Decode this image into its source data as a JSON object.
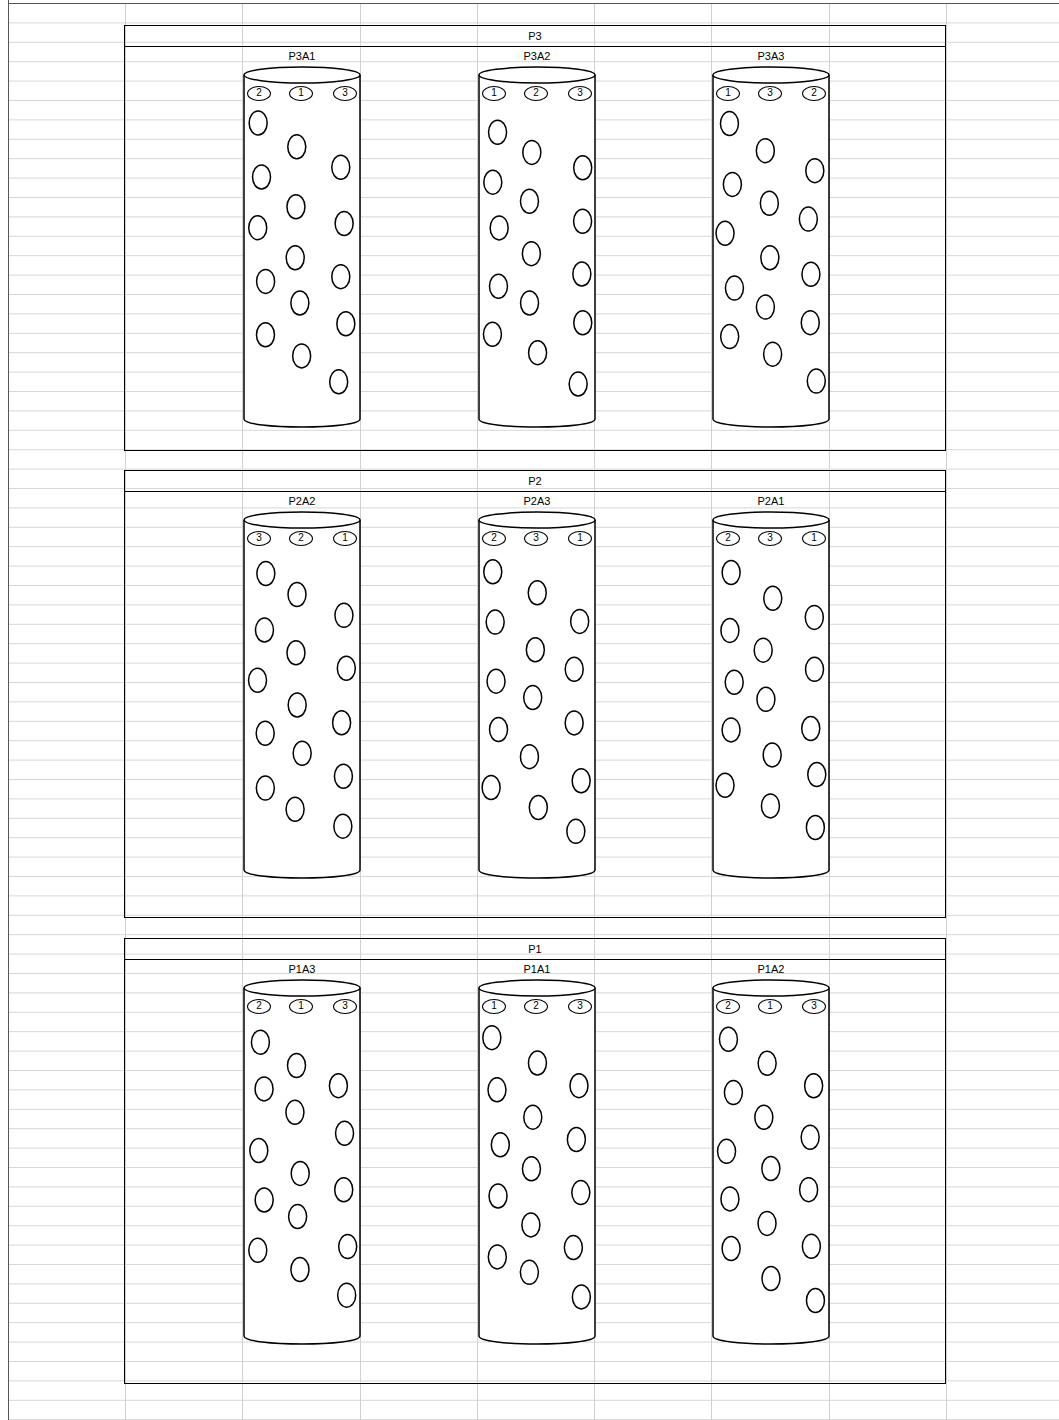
{
  "diagram": {
    "nodes": [
      {
        "text": [
          "P3"
        ]
      },
      {
        "text": [
          "P3A1"
        ],
        "in": 0
      },
      {
        "text": [
          "2"
        ],
        "in": 1
      },
      {
        "text": [
          "1"
        ],
        "in": 1
      },
      {
        "text": [
          "3"
        ],
        "in": 1
      },
      {
        "text": [
          "P3A2"
        ],
        "in": 0
      },
      {
        "text": [
          "1"
        ],
        "in": 5
      },
      {
        "text": [
          "2"
        ],
        "in": 5
      },
      {
        "text": [
          "3"
        ],
        "in": 5
      },
      {
        "text": [
          "P3A3"
        ],
        "in": 0
      },
      {
        "text": [
          "1"
        ],
        "in": 9
      },
      {
        "text": [
          "3"
        ],
        "in": 9
      },
      {
        "text": [
          "2"
        ],
        "in": 9
      },
      {
        "text": [
          "P2"
        ]
      },
      {
        "text": [
          "P2A2"
        ],
        "in": 13
      },
      {
        "text": [
          "3"
        ],
        "in": 14
      },
      {
        "text": [
          "2"
        ],
        "in": 14
      },
      {
        "text": [
          "1"
        ],
        "in": 14
      },
      {
        "text": [
          "P2A3"
        ],
        "in": 13
      },
      {
        "text": [
          "2"
        ],
        "in": 18
      },
      {
        "text": [
          "3"
        ],
        "in": 18
      },
      {
        "text": [
          "1"
        ],
        "in": 18
      },
      {
        "text": [
          "P2A1"
        ],
        "in": 13
      },
      {
        "text": [
          "2"
        ],
        "in": 22
      },
      {
        "text": [
          "3"
        ],
        "in": 22
      },
      {
        "text": [
          "1"
        ],
        "in": 22
      },
      {
        "text": [
          "P1"
        ]
      },
      {
        "text": [
          "P1A3"
        ],
        "in": 26
      },
      {
        "text": [
          "2"
        ],
        "in": 27
      },
      {
        "text": [
          "1"
        ],
        "in": 27
      },
      {
        "text": [
          "3"
        ],
        "in": 27
      },
      {
        "text": [
          "P1A1"
        ],
        "in": 26
      },
      {
        "text": [
          "1"
        ],
        "in": 31
      },
      {
        "text": [
          "2"
        ],
        "in": 31
      },
      {
        "text": [
          "3"
        ],
        "in": 31
      },
      {
        "text": [
          "P1A2"
        ],
        "in": 26
      },
      {
        "text": [
          "2"
        ],
        "in": 35
      },
      {
        "text": [
          "1"
        ],
        "in": 35
      },
      {
        "text": [
          "3"
        ],
        "in": 35
      }
    ]
  }
}
